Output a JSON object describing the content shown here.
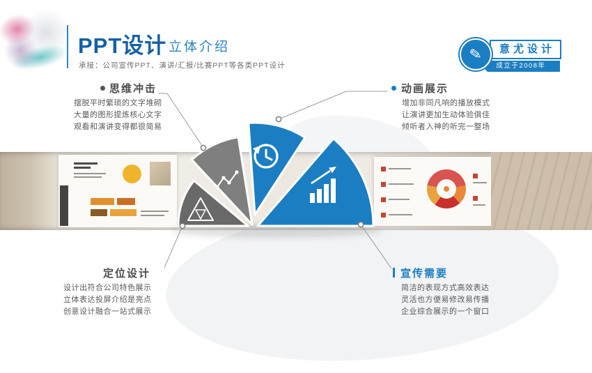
{
  "header": {
    "title": "PPT设计",
    "subtitle": "立体介绍",
    "tagline": "承接：公司宣传PPT、演讲/汇报/比赛PPT等各类PPT设计"
  },
  "logo": {
    "name": "意尤设计",
    "since": "成立于2008年",
    "pen_glyph": "✎"
  },
  "sections": [
    {
      "title": "思维冲击",
      "lines": [
        "摆脱平时繁琐的文字堆砌",
        "大量的图形提炼核心文字",
        "观看和演讲变得都很简易"
      ]
    },
    {
      "title": "动画展示",
      "lines": [
        "增加非同凡响的播放模式",
        "让演讲更加生动体验俱佳",
        "倾听者入神的听完一整场"
      ]
    },
    {
      "title": "定位设计",
      "lines": [
        "设计出符合公司特色展示",
        "立体表达投屏介绍是亮点",
        "创意设计融合一站式展示"
      ]
    },
    {
      "title": "宣传需要",
      "lines": [
        "简洁的表现方式高效表达",
        "灵活也方便易修改易传播",
        "企业综合展示的一个窗口"
      ]
    }
  ],
  "fan": {
    "wedges": [
      {
        "icon": "pyramid-icon",
        "color": "#696969"
      },
      {
        "icon": "line-chart-icon",
        "color": "#7f7f7f"
      },
      {
        "icon": "history-clock-icon",
        "color": "#1c7ec2"
      },
      {
        "icon": "bar-chart-arrow-icon",
        "color": "#1c7ec2"
      }
    ]
  },
  "colors": {
    "accent_blue": "#1c7ec2",
    "title_blue": "#1560a8",
    "wedge_dark_gray": "#696969",
    "wedge_gray": "#7f7f7f",
    "body_text": "#595959"
  }
}
